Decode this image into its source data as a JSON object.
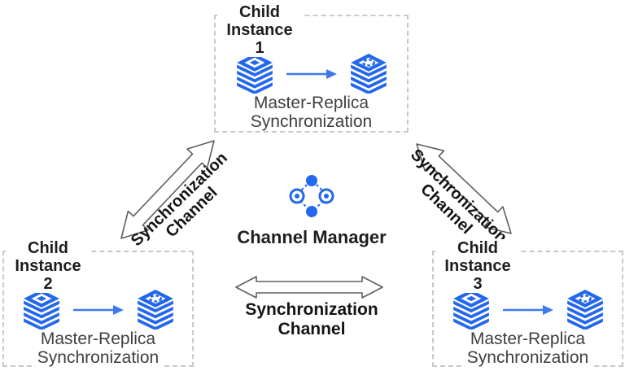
{
  "instances": [
    {
      "label_line1": "Child",
      "label_line2": "Instance",
      "number": "1",
      "caption_line1": "Master-Replica",
      "caption_line2": "Synchronization"
    },
    {
      "label_line1": "Child",
      "label_line2": "Instance",
      "number": "2",
      "caption_line1": "Master-Replica",
      "caption_line2": "Synchronization"
    },
    {
      "label_line1": "Child",
      "label_line2": "Instance",
      "number": "3",
      "caption_line1": "Master-Replica",
      "caption_line2": "Synchronization"
    }
  ],
  "channel_manager": {
    "label": "Channel Manager"
  },
  "channels": {
    "left": {
      "line1": "Synchronization",
      "line2": "Channel"
    },
    "right": {
      "line1": "Synchronization",
      "line2": "Channel"
    },
    "bottom": {
      "line1": "Synchronization",
      "line2": "Channel"
    }
  },
  "icons": {
    "master_db": "database-stack-icon",
    "replica_db": "database-stack-replica-icon",
    "flow_arrow": "right-arrow-icon",
    "channel_manager": "channel-manager-hub-icon",
    "channel_arrow": "double-headed-arrow-icon"
  },
  "colors": {
    "db_blue": "#2367EC",
    "flow_arrow_blue": "#3C79F0",
    "label_text": "#1E1E1E",
    "caption_text": "#3F3F3F",
    "box_border": "#C8C8C8",
    "channel_arrow_outline": "#5F5F5F",
    "channel_label_text": "#141414",
    "background": "#FFFFFF"
  }
}
